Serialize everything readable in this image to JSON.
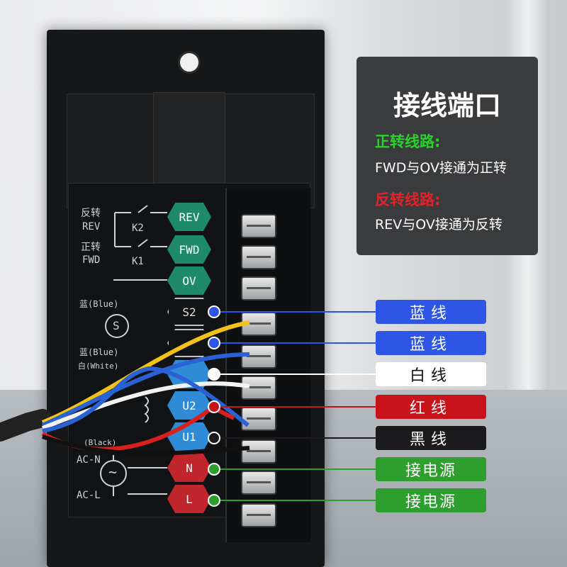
{
  "info_box": {
    "title": "接线端口",
    "forward_heading": "正转线路:",
    "forward_text": "FWD与OV接通为正转",
    "reverse_heading": "反转线路:",
    "reverse_text": "REV与OV接通为反转",
    "forward_color": "#2bd12b",
    "reverse_color": "#e3222a"
  },
  "panel": {
    "rev_label_cn": "反转",
    "rev_label_en": "REV",
    "k2": "K2",
    "fwd_label_cn": "正转",
    "fwd_label_en": "FWD",
    "k1": "K1",
    "blue_label_1": "蓝(Blue)",
    "blue_label_2": "蓝(Blue)",
    "white_label": "白(White)",
    "black_label": "(Black)",
    "ac_n": "AC-N",
    "ac_l": "AC-L",
    "s_symbol": "S",
    "tilde_symbol": "~",
    "terminals": {
      "rev": "REV",
      "fwd": "FWD",
      "ov": "OV",
      "s2": "S2",
      "u2": "U2",
      "u1": "U1",
      "n": "N",
      "l": "L"
    }
  },
  "wire_labels": [
    {
      "text": "蓝线",
      "color": "#2f55e6"
    },
    {
      "text": "蓝线",
      "color": "#2f55e6"
    },
    {
      "text": "白线",
      "color": "#ffffff"
    },
    {
      "text": "红线",
      "color": "#c8131b"
    },
    {
      "text": "黑线",
      "color": "#1b1b1d"
    },
    {
      "text": "接电源",
      "color": "#2e9e2e"
    },
    {
      "text": "接电源",
      "color": "#2e9e2e"
    }
  ]
}
